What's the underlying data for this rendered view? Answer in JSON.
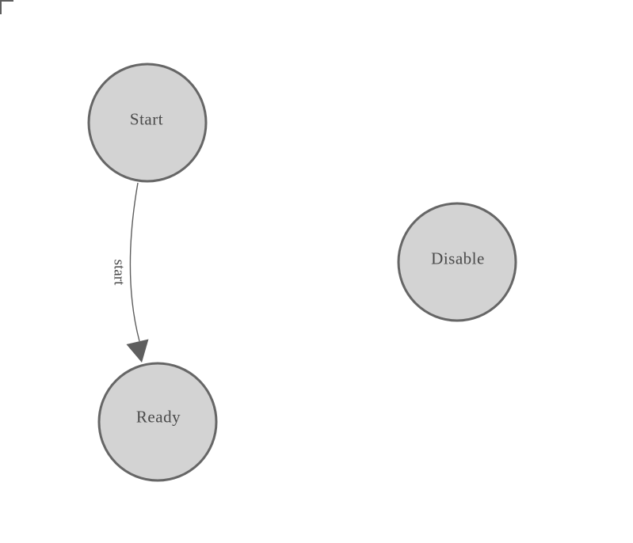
{
  "diagram": {
    "type": "state-machine",
    "background_color": "#ffffff",
    "node_fill": "#d3d3d3",
    "node_stroke": "#666666",
    "node_text_color": "#4a4a4a",
    "edge_color": "#5e5e5e",
    "icons": {
      "corner_mark": "paper-origin-corner-bracket",
      "arrowhead": "filled-triangle-arrowhead"
    },
    "nodes": [
      {
        "id": "start",
        "label": "Start"
      },
      {
        "id": "ready",
        "label": "Ready"
      },
      {
        "id": "disable",
        "label": "Disable"
      }
    ],
    "edges": [
      {
        "from": "start",
        "to": "ready",
        "label": "start"
      }
    ]
  }
}
